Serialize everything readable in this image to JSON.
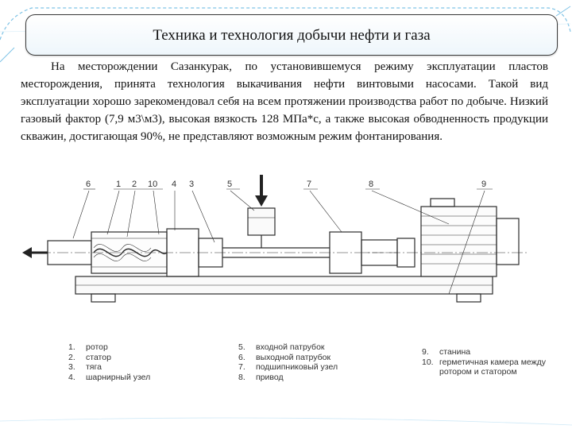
{
  "slide": {
    "title": "Техника и технология добычи нефти и газа",
    "paragraph": "На месторождении Сазанкурак, по установившемуся режиму эксплуатации пластов месторождения, принята технология выкачивания нефти винтовыми насосами. Такой вид эксплуатации хорошо зарекомендовал себя на всем протяжении производства работ по добыче. Низкий газовый фактор (7,9 м3\\м3), высокая вязкость 128 МПа*с, а также высокая обводненность продукции скважин, достигающая 90%, не представляют возможным режим фонтанирования."
  },
  "diagram": {
    "callouts": [
      "6",
      "1",
      "2",
      "10",
      "4",
      "3",
      "5",
      "7",
      "8",
      "9"
    ],
    "legend": [
      {
        "num": "1.",
        "label": "ротор"
      },
      {
        "num": "2.",
        "label": "статор"
      },
      {
        "num": "3.",
        "label": "тяга"
      },
      {
        "num": "4.",
        "label": "шарнирный узел"
      },
      {
        "num": "5.",
        "label": "входной патрубок"
      },
      {
        "num": "6.",
        "label": "выходной патрубок"
      },
      {
        "num": "7.",
        "label": "подшипниковый узел"
      },
      {
        "num": "8.",
        "label": "привод"
      },
      {
        "num": "9.",
        "label": "станина"
      },
      {
        "num": "10.",
        "label": "герметичная камера между"
      },
      {
        "num": "",
        "label": "ротором и статором"
      }
    ]
  },
  "colors": {
    "frame_accent": "#7fc3e6",
    "line": "#2b2b2b"
  }
}
